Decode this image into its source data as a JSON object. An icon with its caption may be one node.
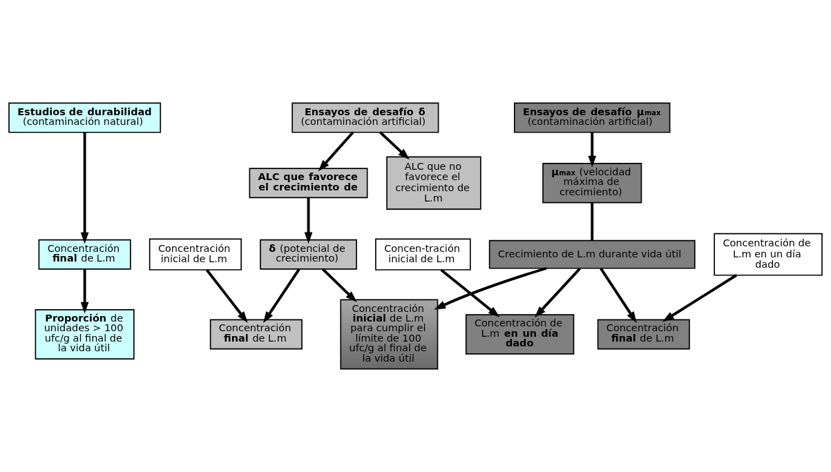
{
  "diagram": {
    "nodes": [
      {
        "text": [
          "Estudios de durabilidad",
          "(contaminación natural)"
        ]
      },
      {
        "text": [
          "Ensayos de desafío δ",
          "(contaminación artificial)"
        ]
      },
      {
        "text": [
          "Ensayos de desafío μ$_{max}$",
          "(contaminación artificial)"
        ]
      },
      {
        "text": [
          "ALC que no favorece el crecimiento de L.m"
        ]
      },
      {
        "text": [
          "ALC que favorece el crecimiento de"
        ]
      },
      {
        "text": [
          "**μ$_{max}$** (velocidad máxima de crecimiento)"
        ]
      },
      {
        "text": [
          "Concentración **final** de L.m"
        ]
      },
      {
        "text": [
          "**δ** (potencial de crecimiento)"
        ]
      },
      {
        "text": [
          "Crecimiento de L.m durante vida útil"
        ]
      },
      {
        "text": [
          "Concentración inicial de L.m"
        ]
      },
      {
        "text": [
          "Concen-tración inicial de L.m"
        ]
      },
      {
        "text": [
          "Concentración de L.m en un día dado"
        ]
      },
      {
        "text": [
          "**Proporción** de unidades > 100 ufc/g al final de la vida útil"
        ]
      },
      {
        "text": [
          "Concentración **final** de L.m"
        ]
      },
      {
        "text": [
          "Concentración **inicial** de L.m para cumplir el límite de 100 ufc/g al final de la vida útil"
        ]
      },
      {
        "text": [
          "Concentración de L.m **en un día dado**"
        ]
      },
      {
        "text": [
          "Concentración **final** de L.m"
        ]
      }
    ],
    "edges": [
      {
        "from": 0,
        "to": 6,
        "arrow": "to"
      },
      {
        "from": 6,
        "to": 12,
        "arrow": "to"
      },
      {
        "from": 1,
        "to": 3,
        "arrow": "to"
      },
      {
        "from": 1,
        "to": 4,
        "arrow": "to"
      },
      {
        "from": 2,
        "to": 5,
        "arrow": "to"
      },
      {
        "from": 4,
        "to": 7,
        "arrow": "to"
      },
      {
        "from": 5,
        "to": 8,
        "arrow": "none"
      },
      {
        "from": 7,
        "to": 13,
        "arrow": "to"
      },
      {
        "from": 9,
        "to": 13,
        "arrow": "to"
      },
      {
        "from": 7,
        "to": 14,
        "arrow": "to"
      },
      {
        "from": 8,
        "to": 14,
        "arrow": "to"
      },
      {
        "from": 10,
        "to": 15,
        "arrow": "to"
      },
      {
        "from": 8,
        "to": 15,
        "arrow": "to"
      },
      {
        "from": 8,
        "to": 16,
        "arrow": "to"
      },
      {
        "from": 11,
        "to": 16,
        "arrow": "to"
      }
    ]
  }
}
